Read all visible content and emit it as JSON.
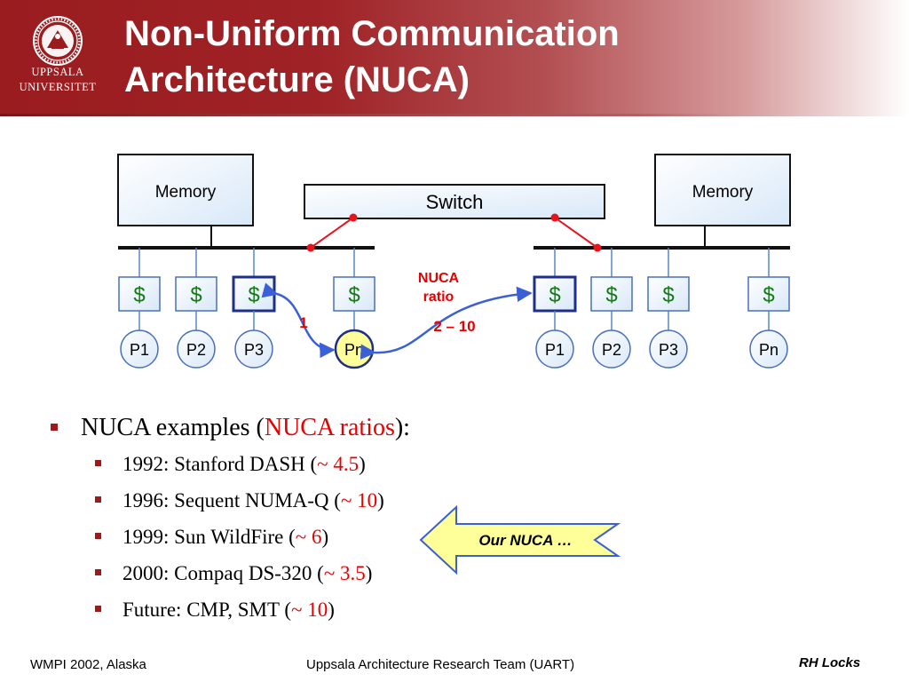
{
  "header": {
    "university": [
      "UPPSALA",
      "UNIVERSITET"
    ],
    "title_lines": [
      "Non-Uniform Communication",
      "Architecture (NUCA)"
    ]
  },
  "diagram": {
    "memory_label": "Memory",
    "switch_label": "Switch",
    "cache_symbol": "$",
    "left_processors": [
      "P1",
      "P2",
      "P3",
      "Pn"
    ],
    "right_processors": [
      "P1",
      "P2",
      "P3",
      "Pn"
    ],
    "local_latency_label": "1",
    "nuca_label_line1": "NUCA",
    "nuca_label_line2": "ratio",
    "remote_latency_label": "2 – 10"
  },
  "bullets": {
    "heading_prefix": "NUCA examples (",
    "heading_highlight": "NUCA ratios",
    "heading_suffix": "):",
    "items": [
      {
        "text": "1992: Stanford DASH (",
        "ratio": "~ 4.5",
        "close": ")"
      },
      {
        "text": "1996: Sequent NUMA-Q (",
        "ratio": "~ 10",
        "close": ")"
      },
      {
        "text": "1999: Sun WildFire (",
        "ratio": "~ 6",
        "close": ")"
      },
      {
        "text": "2000: Compaq DS-320 (",
        "ratio": "~ 3.5",
        "close": ")"
      },
      {
        "text": "Future: CMP, SMT (",
        "ratio": "~ 10",
        "close": ")"
      }
    ]
  },
  "callout": {
    "label": "Our NUCA …"
  },
  "footer": {
    "left": "WMPI 2002, Alaska",
    "center": "Uppsala Architecture Research Team (UART)",
    "right": "RH Locks"
  },
  "colors": {
    "header_red": "#9a1c1f",
    "box_border": "#1f2f88",
    "highlight_red": "#e60000",
    "cache_green": "#117a11",
    "switch_line_red": "#e8131b",
    "arrow_blue": "#3b5fd6",
    "callout_fill": "#ffff99",
    "pn_fill": "#ffff99"
  }
}
